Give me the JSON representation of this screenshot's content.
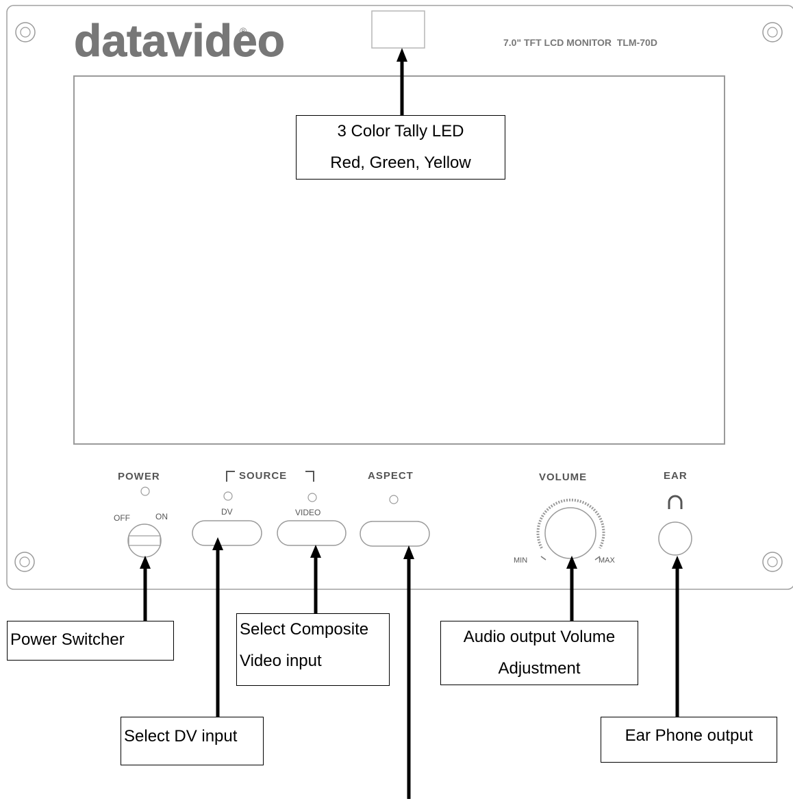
{
  "device": {
    "brand_logo": "datavideo",
    "registered_mark": "®",
    "model_caption": "7.0\" TFT LCD MONITOR  TLM-70D",
    "panel_labels": {
      "power": "POWER",
      "off": "OFF",
      "on": "ON",
      "source": "SOURCE",
      "dv": "DV",
      "video": "VIDEO",
      "aspect": "ASPECT",
      "volume": "VOLUME",
      "min": "MIN",
      "max": "MAX",
      "ear": "EAR"
    }
  },
  "callouts": {
    "tally_led": [
      "3 Color Tally LED",
      "Red, Green, Yellow"
    ],
    "power_switcher": [
      "Power Switcher"
    ],
    "dv_input": [
      "Select DV input"
    ],
    "composite_input": [
      "Select Composite",
      "Video input"
    ],
    "volume_adjust": [
      "Audio output Volume",
      "Adjustment"
    ],
    "ear_phone": [
      "Ear Phone output"
    ]
  },
  "colors": {
    "line": "#000000",
    "panel_stroke": "#9a9a9a",
    "panel_text": "#555555",
    "background": "#ffffff"
  }
}
